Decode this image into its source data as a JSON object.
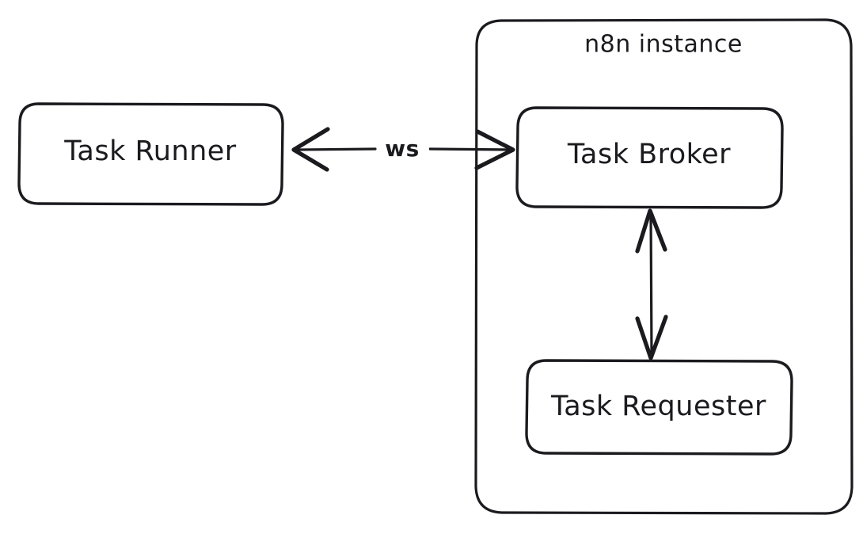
{
  "diagram": {
    "title": "n8n instance",
    "background_color": "#ffffff",
    "stroke_color": "#1b1b1f",
    "style": "hand-drawn",
    "container": {
      "label": "n8n instance",
      "name": "n8n-instance-container"
    },
    "nodes": [
      {
        "id": "task-runner",
        "label": "Task Runner",
        "inside_container": false
      },
      {
        "id": "task-broker",
        "label": "Task Broker",
        "inside_container": true
      },
      {
        "id": "task-requester",
        "label": "Task Requester",
        "inside_container": true
      }
    ],
    "edges": [
      {
        "id": "runner-broker",
        "from": "task-runner",
        "to": "task-broker",
        "label": "ws",
        "direction": "bidirectional",
        "orientation": "horizontal"
      },
      {
        "id": "broker-requester",
        "from": "task-broker",
        "to": "task-requester",
        "label": "",
        "direction": "bidirectional",
        "orientation": "vertical"
      }
    ]
  }
}
